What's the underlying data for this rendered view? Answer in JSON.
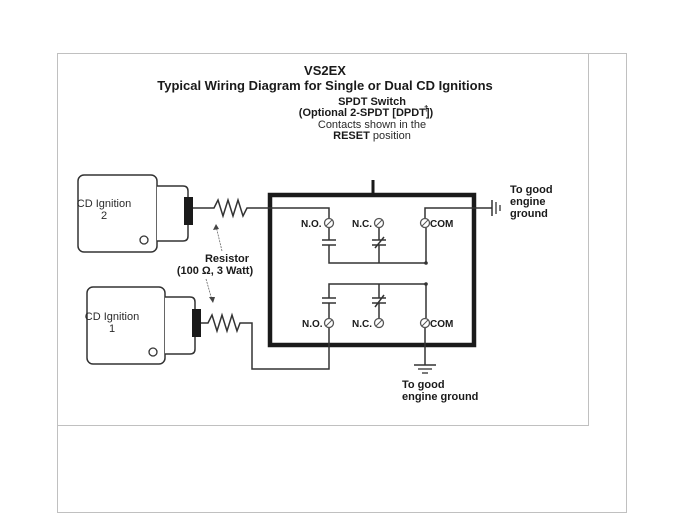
{
  "diagram": {
    "model": "VS2EX",
    "title": "Typical Wiring Diagram for Single or Dual CD Ignitions",
    "switch_label": {
      "line1": "SPDT Switch",
      "line2": "(Optional 2-SPDT [DPDT])",
      "dagger": "†",
      "line3": "Contacts shown in the",
      "line4_bold": "RESET",
      "line4_rest": " position"
    },
    "ignitions": [
      {
        "name": "CD Ignition",
        "number": "2"
      },
      {
        "name": "CD Ignition",
        "number": "1"
      }
    ],
    "resistor": {
      "label": "Resistor",
      "spec": "(100 Ω, 3 Watt)"
    },
    "contacts": {
      "top": {
        "no": "N.O.",
        "nc": "N.C.",
        "com": "COM"
      },
      "bottom": {
        "no": "N.O.",
        "nc": "N.C.",
        "com": "COM"
      }
    },
    "ground_right": [
      "To good",
      "engine",
      "ground"
    ],
    "ground_bottom": [
      "To good",
      "engine ground"
    ]
  }
}
